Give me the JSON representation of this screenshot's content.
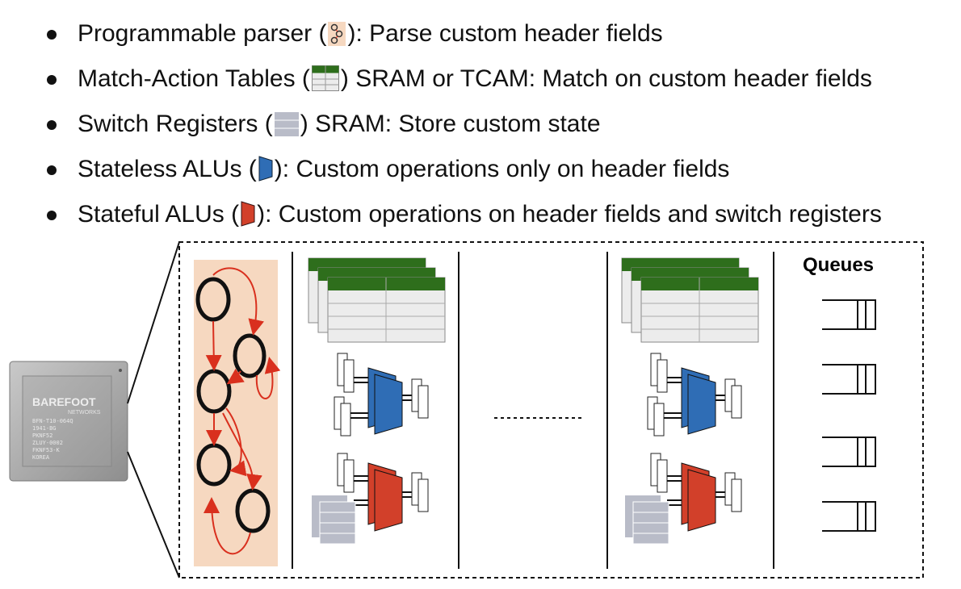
{
  "bullets": [
    {
      "label": "Programmable parser",
      "desc": "Parse custom header fields",
      "icon": "parser-icon"
    },
    {
      "label": "Match-Action Tables",
      "desc": "SRAM or TCAM: Match on custom header fields",
      "icon": "table-icon"
    },
    {
      "label": "Switch Registers",
      "desc": "SRAM: Store custom state",
      "icon": "register-icon"
    },
    {
      "label": "Stateless ALUs",
      "desc": "Custom operations only on header fields",
      "icon": "stateless-alu-icon"
    },
    {
      "label": "Stateful ALUs",
      "desc": "Custom operations on header fields and switch registers",
      "icon": "stateful-alu-icon"
    }
  ],
  "chip": {
    "brand": "BAREFOOT",
    "sub": "NETWORKS",
    "lines": [
      "BFN-T10-064Q",
      "1941-BG",
      "PKNF52",
      "ZLUY-0002",
      "FKNF53-K",
      "KOREA"
    ]
  },
  "queues_title": "Queues",
  "colors": {
    "table_green": "#2e6e1c",
    "alu_blue": "#2f6db5",
    "alu_red": "#d2402a",
    "register_gray": "#b9bcc8",
    "parser_bg": "#f6d8c0",
    "arrow_red": "#d9301e"
  }
}
